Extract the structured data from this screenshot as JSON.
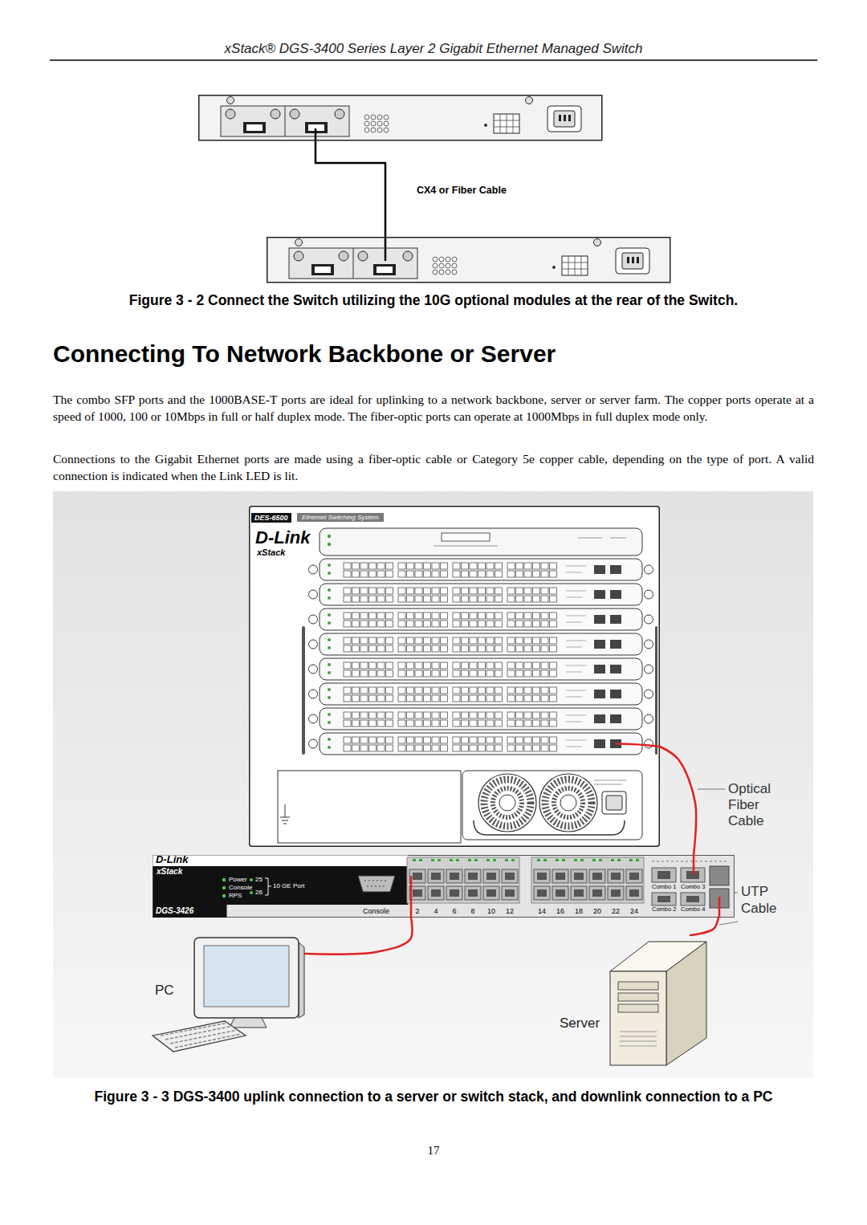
{
  "diagram": {
    "title": "Connecting To Network Backbone or Server",
    "caption": "Figure 3 - 3 DGS-3400 uplink connection to a server or switch stack, and downlink connection to a PC",
    "nodes": [
      {
        "text": [
          "DES-6500",
          "Ethernet Switching System",
          "D-Link",
          "xStack"
        ]
      },
      {
        "text": [
          "D-Link",
          "xStack",
          "Power",
          "Console",
          "RPS",
          "25",
          "26",
          "10 GE Port",
          "DGS-3426",
          "Console",
          "2",
          "4",
          "6",
          "8",
          "10",
          "12",
          "14",
          "16",
          "18",
          "20",
          "22",
          "24",
          "Combo 1",
          "Combo 3",
          "Combo 2",
          "Combo 4"
        ]
      },
      {
        "text": [
          "PC"
        ]
      },
      {
        "text": [
          "Server"
        ]
      }
    ],
    "edges": [
      {
        "from": 0,
        "to": 1,
        "arrow": "none"
      },
      {
        "from": 1,
        "to": 2,
        "arrow": "none"
      },
      {
        "from": 1,
        "to": 3,
        "arrow": "none"
      }
    ],
    "labels": [
      "xStack® DGS-3400 Series Layer 2 Gigabit Ethernet Managed Switch",
      "CX4 or Fiber Cable",
      "Figure 3 - 2 Connect the Switch utilizing the 10G optional modules at the rear of the Switch.",
      "The combo SFP ports and the 1000BASE-T ports are ideal for uplinking to a network backbone, server or server farm. The copper ports operate at a speed of 1000, 100 or 10Mbps in full or half duplex mode. The fiber-optic ports can operate at 1000Mbps in full duplex mode only.",
      "Connections to the Gigabit Ethernet ports are made using a fiber-optic cable or Category 5e copper cable, depending on the type of port. A valid connection is indicated when the Link LED is lit.",
      "Optical Fiber Cable",
      "UTP Cable",
      "17"
    ]
  }
}
